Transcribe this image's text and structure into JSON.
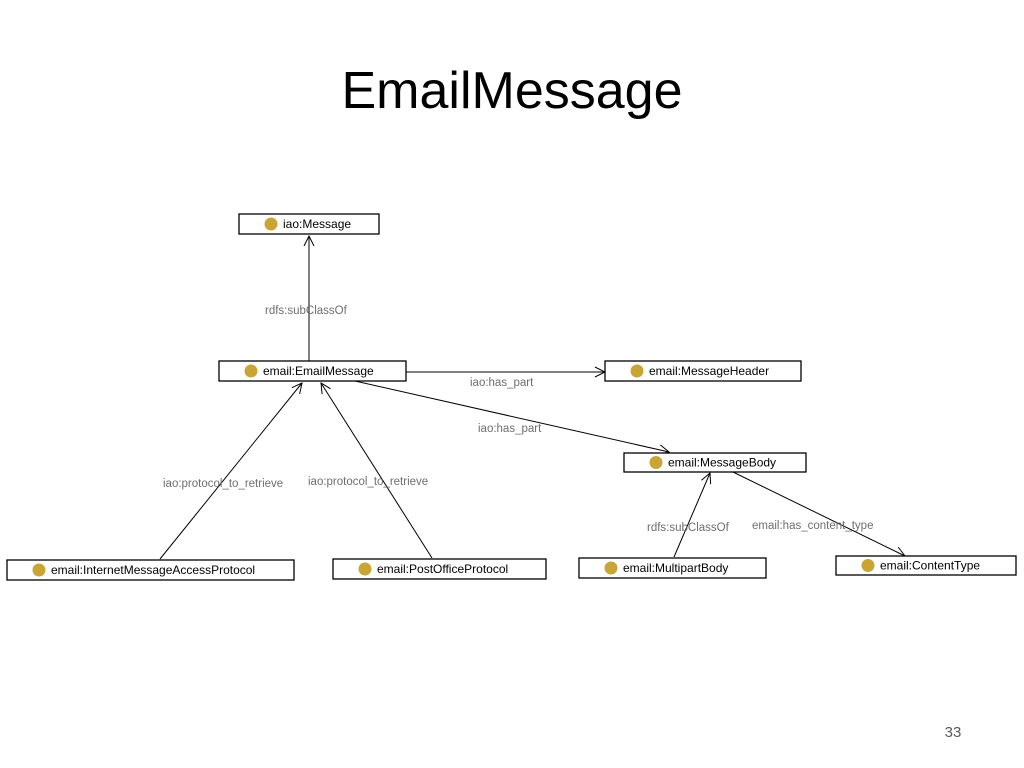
{
  "slide": {
    "title": "EmailMessage",
    "page_number": "33"
  },
  "colors": {
    "class_icon": "#c9a437",
    "edge_label": "#6e6e6e",
    "node_border": "#000000"
  },
  "diagram": {
    "nodes": [
      {
        "id": "message",
        "label": "iao:Message",
        "icon": "class-circle-icon"
      },
      {
        "id": "email_message",
        "label": "email:EmailMessage",
        "icon": "class-circle-icon"
      },
      {
        "id": "message_header",
        "label": "email:MessageHeader",
        "icon": "class-circle-icon"
      },
      {
        "id": "message_body",
        "label": "email:MessageBody",
        "icon": "class-circle-icon"
      },
      {
        "id": "imap",
        "label": "email:InternetMessageAccessProtocol",
        "icon": "class-circle-icon"
      },
      {
        "id": "pop",
        "label": "email:PostOfficeProtocol",
        "icon": "class-circle-icon"
      },
      {
        "id": "multipart_body",
        "label": "email:MultipartBody",
        "icon": "class-circle-icon"
      },
      {
        "id": "content_type",
        "label": "email:ContentType",
        "icon": "class-circle-icon"
      }
    ],
    "edges": [
      {
        "from": "email_message",
        "to": "message",
        "label": "rdfs:subClassOf"
      },
      {
        "from": "email_message",
        "to": "message_header",
        "label": "iao:has_part"
      },
      {
        "from": "email_message",
        "to": "message_body",
        "label": "iao:has_part"
      },
      {
        "from": "imap",
        "to": "email_message",
        "label": "iao:protocol_to_retrieve"
      },
      {
        "from": "pop",
        "to": "email_message",
        "label": "iao:protocol_to_retrieve"
      },
      {
        "from": "multipart_body",
        "to": "message_body",
        "label": "rdfs:subClassOf"
      },
      {
        "from": "message_body",
        "to": "content_type",
        "label": "email:has_content_type"
      }
    ]
  }
}
